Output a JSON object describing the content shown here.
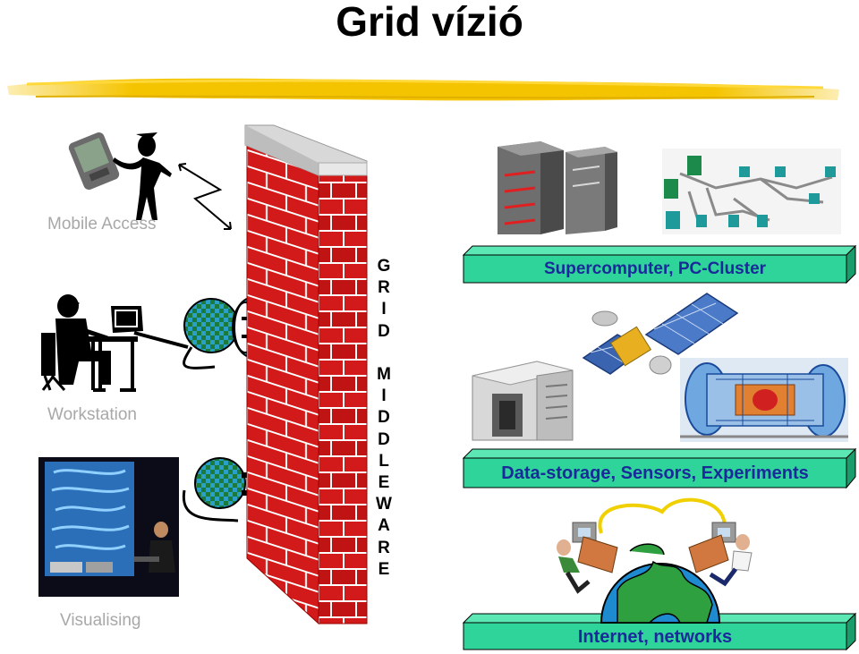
{
  "title": "Grid vízió",
  "labels": {
    "mobile": "Mobile Access",
    "workstation": "Workstation",
    "visualising": "Visualising"
  },
  "middleware": {
    "word1": [
      "G",
      "R",
      "I",
      "D"
    ],
    "word2": [
      "M",
      "I",
      "D",
      "D",
      "L",
      "E",
      "W",
      "A",
      "R",
      "E"
    ]
  },
  "banners": {
    "compute": "Supercomputer, PC-Cluster",
    "storage": "Data-storage, Sensors, Experiments",
    "network": "Internet, networks"
  },
  "colors": {
    "brick": "#d21a1a",
    "mortar": "#ffffff",
    "banner_fill": "#2fd49a",
    "banner_text": "#1a2a9a",
    "highlighter": "#f5c400",
    "label_grey": "#a8a8a8"
  }
}
